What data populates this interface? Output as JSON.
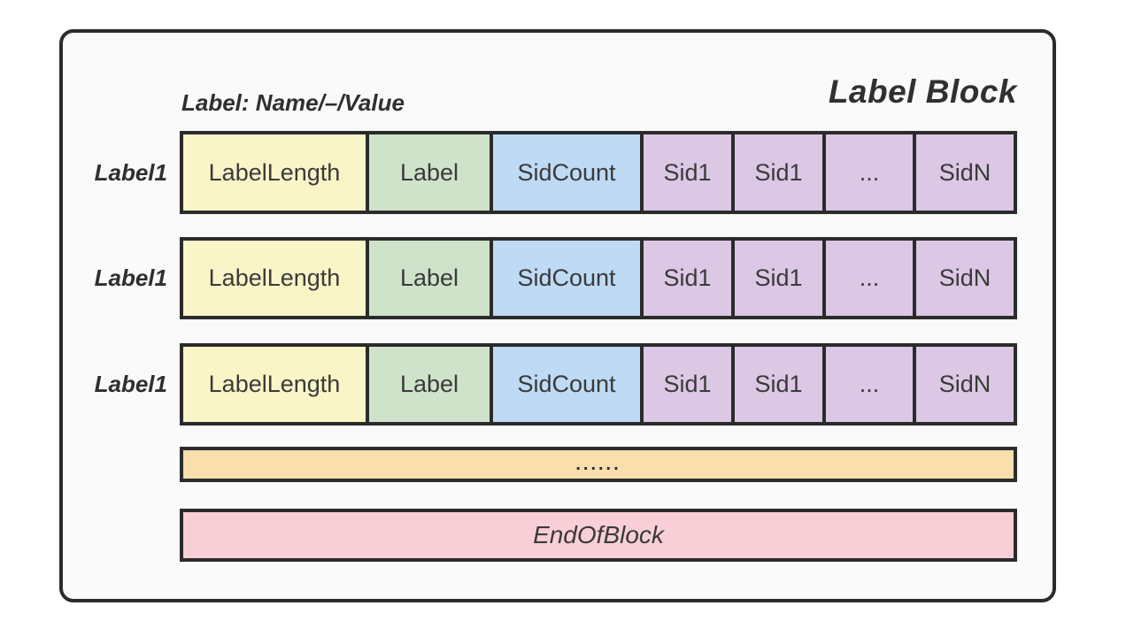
{
  "diagram": {
    "title": "Label Block",
    "caption": "Label: Name/–/Value",
    "rows": [
      {
        "label": "Label1",
        "cells": [
          "LabelLength",
          "Label",
          "SidCount",
          "Sid1",
          "Sid1",
          "...",
          "SidN"
        ]
      },
      {
        "label": "Label1",
        "cells": [
          "LabelLength",
          "Label",
          "SidCount",
          "Sid1",
          "Sid1",
          "...",
          "SidN"
        ]
      },
      {
        "label": "Label1",
        "cells": [
          "LabelLength",
          "Label",
          "SidCount",
          "Sid1",
          "Sid1",
          "...",
          "SidN"
        ]
      }
    ],
    "ellipsis_bar": {
      "text": "......"
    },
    "end_bar": {
      "text": "EndOfBlock"
    },
    "colors": {
      "ink": "#2b2b2b",
      "frame_bg": "#fafafa",
      "label_length": "#faf5c7",
      "label": "#cfe3cb",
      "sid_count": "#bedaf4",
      "sid": "#dcc7e5",
      "ellipsis_bar": "#f9deae",
      "end_bar": "#f8cfd6"
    }
  }
}
